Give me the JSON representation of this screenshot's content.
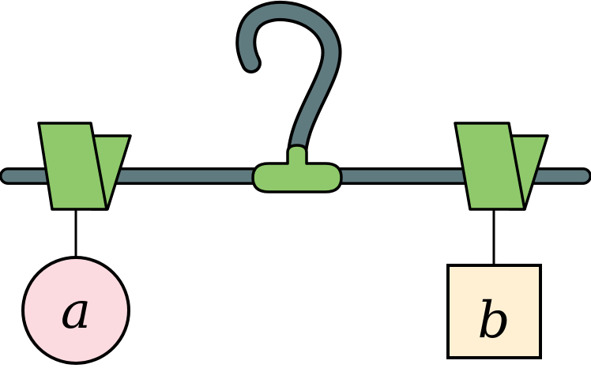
{
  "diagram": {
    "nodes": [
      {
        "id": "a",
        "label": "a",
        "shape": "circle"
      },
      {
        "id": "b",
        "label": "b",
        "shape": "square"
      }
    ],
    "hanger": {
      "components": [
        "hook",
        "bar",
        "center-clip",
        "left-clip",
        "right-clip"
      ]
    }
  },
  "colors": {
    "outline": "#000000",
    "bar": "#607b80",
    "clip_green": "#8fc96b",
    "node_a_fill": "#fcdbe0",
    "node_b_fill": "#fff0d4",
    "background": "#ffffff"
  }
}
